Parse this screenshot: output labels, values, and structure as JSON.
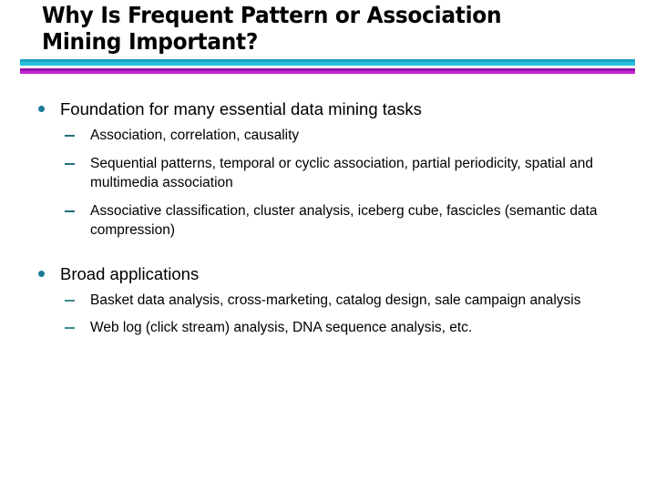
{
  "slide": {
    "title": "Why Is Frequent Pattern or Association\nMining Important?",
    "colors": {
      "title_text": "#000000",
      "body_text": "#000000",
      "band_cyan_dark": "#16A3C4",
      "band_cyan": "#22C0DC",
      "band_purple_dark": "#9412A8",
      "band_magenta": "#C722D6",
      "level1_bullet": "#1A7B9B",
      "level2_dash": "#1F6E77",
      "background": "#FFFFFF"
    },
    "sections": [
      {
        "heading": "Foundation for many essential data mining tasks",
        "bullet_icon": "filled-circle-bullet",
        "sub_items": [
          {
            "text": "Association, correlation, causality",
            "dash_icon": "dash-bullet"
          },
          {
            "text": "Sequential patterns, temporal or cyclic association, partial periodicity, spatial and multimedia association",
            "dash_icon": "dash-bullet"
          },
          {
            "text": "Associative classification, cluster analysis, iceberg cube, fascicles (semantic data compression)",
            "dash_icon": "dash-bullet"
          }
        ]
      },
      {
        "heading": "Broad applications",
        "bullet_icon": "filled-circle-bullet",
        "sub_items": [
          {
            "text": "Basket data analysis, cross-marketing, catalog design, sale campaign analysis",
            "dash_icon": "dash-bullet"
          },
          {
            "text": "Web log (click stream) analysis, DNA sequence analysis, etc.",
            "dash_icon": "dash-bullet"
          }
        ]
      }
    ]
  }
}
